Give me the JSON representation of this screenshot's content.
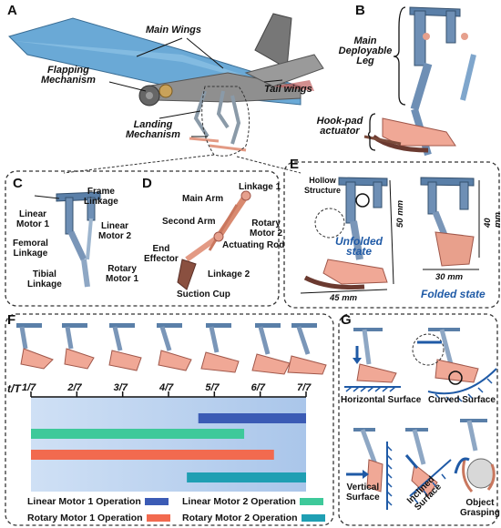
{
  "panels": {
    "a": "A",
    "b": "B",
    "c": "C",
    "d": "D",
    "e": "E",
    "f": "F",
    "g": "G"
  },
  "panel_a": {
    "main_wings": "Main Wings",
    "flapping": "Flapping\nMechanism",
    "tail_wings": "Tail wings",
    "landing": "Landing\nMechanism"
  },
  "panel_b": {
    "main_leg": "Main\nDeployable\nLeg",
    "hookpad": "Hook-pad\nactuator"
  },
  "panel_c": {
    "frame": "Frame\nLinkage",
    "lm1": "Linear\nMotor 1",
    "lm2": "Linear\nMotor 2",
    "femoral": "Femoral\nLinkage",
    "tibial": "Tibial\nLinkage",
    "rm1": "Rotary\nMotor 1"
  },
  "panel_d": {
    "main_arm": "Main Arm",
    "linkage1": "Linkage 1",
    "second_arm": "Second Arm",
    "rm2": "Rotary\nMotor 2",
    "actuating": "Actuating Rod",
    "end_effector": "End\nEffector",
    "linkage2": "Linkage 2",
    "suction": "Suction Cup"
  },
  "panel_e": {
    "hollow": "Hollow\nStructure",
    "dim50": "50 mm",
    "dim45": "45 mm",
    "dim40": "40 mm",
    "dim30": "30 mm",
    "unfolded": "Unfolded\nstate",
    "folded": "Folded state"
  },
  "panel_g": {
    "horizontal": "Horizontal Surface",
    "curved": "Curved Surface",
    "vertical": "Vertical\nSurface",
    "inclined": "Inclined\nSurface",
    "grasping": "Object\nGrasping"
  },
  "chart_data": {
    "type": "bar",
    "axis_label": "t/T",
    "ticks": [
      "1/7",
      "2/7",
      "3/7",
      "4/7",
      "5/7",
      "6/7",
      "7/7"
    ],
    "xlim": [
      1,
      7
    ],
    "series": [
      {
        "name": "Linear Motor 1 Operation",
        "color": "#3b5bb5",
        "start": 4.65,
        "end": 7.0
      },
      {
        "name": "Linear Motor 2 Operation",
        "color": "#3ec99a",
        "start": 1.0,
        "end": 5.65
      },
      {
        "name": "Rotary Motor 1 Operation",
        "color": "#f26a4f",
        "start": 1.0,
        "end": 6.3
      },
      {
        "name": "Rotary Motor 2 Operation",
        "color": "#1f9fb3",
        "start": 4.4,
        "end": 7.0
      }
    ]
  }
}
